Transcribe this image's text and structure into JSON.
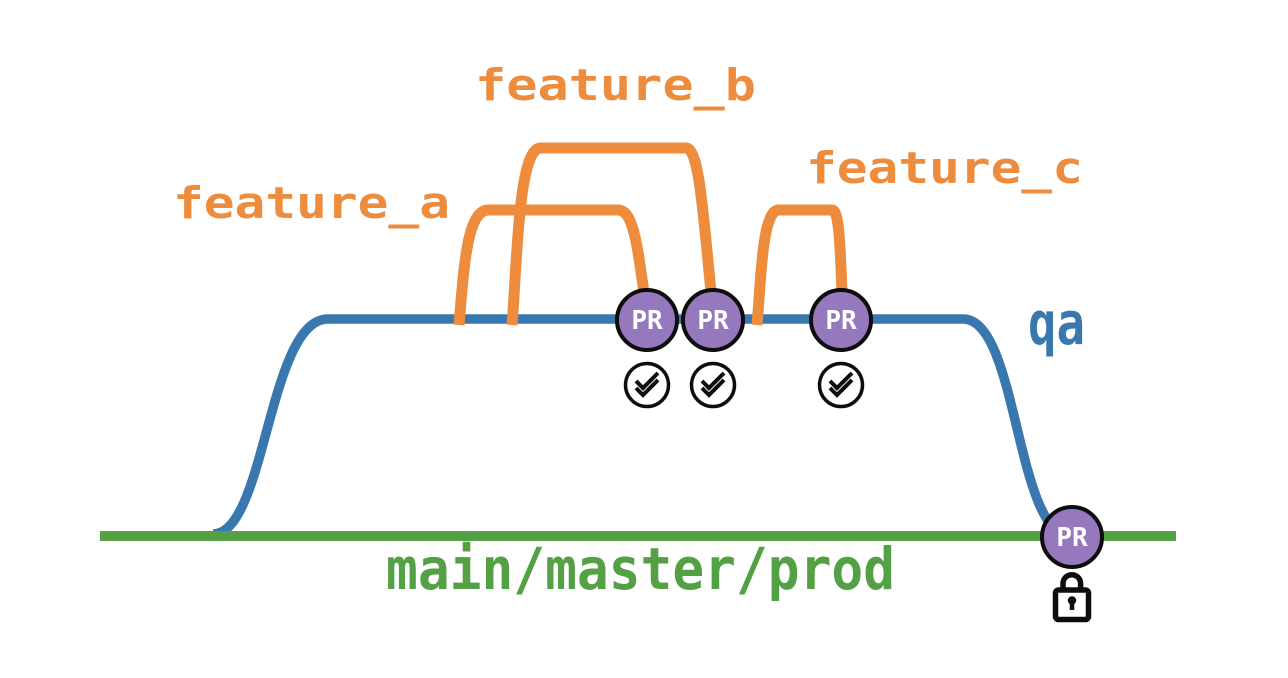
{
  "colors": {
    "feature_orange": "#EE8C3D",
    "qa_blue": "#3878AE",
    "main_green": "#54A045",
    "pr_purple": "#9678BF",
    "outline_black": "#0d0d0d",
    "pr_text": "#FFFFFF",
    "background": "#FFFFFF"
  },
  "branches": {
    "main": {
      "label": "main/master/prod"
    },
    "qa": {
      "label": "qa"
    },
    "features": [
      {
        "label": "feature_a"
      },
      {
        "label": "feature_b"
      },
      {
        "label": "feature_c"
      }
    ]
  },
  "pr_nodes": [
    {
      "label": "PR"
    },
    {
      "label": "PR"
    },
    {
      "label": "PR"
    },
    {
      "label": "PR"
    }
  ],
  "icons": {
    "checks_passed": "checks-passed-icon",
    "lock": "lock-icon"
  }
}
